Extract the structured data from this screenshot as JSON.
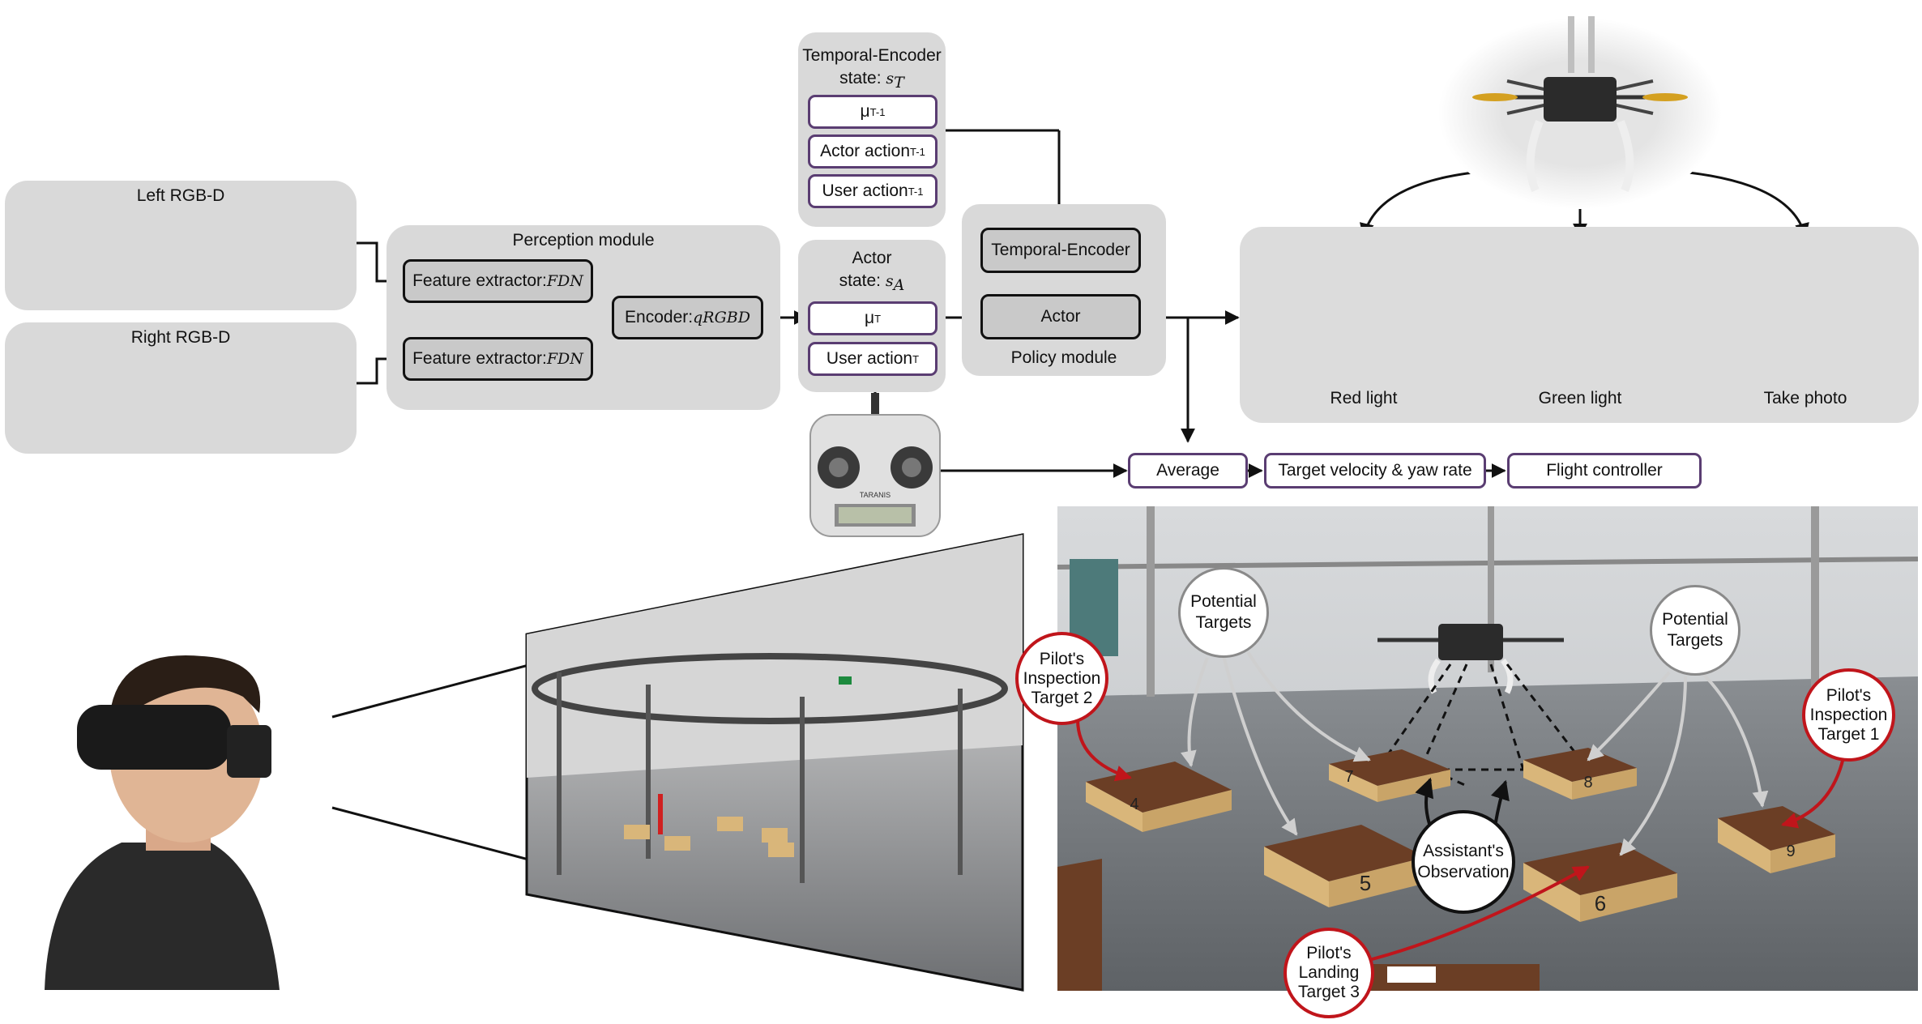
{
  "inputs": {
    "left_label": "Left RGB-D",
    "right_label": "Right RGB-D"
  },
  "perception": {
    "title": "Perception module",
    "feature_extractor_text": "Feature extractor: ",
    "feature_extractor_symbol": "F",
    "feature_extractor_sub": "DN",
    "encoder_text": "Encoder: ",
    "encoder_symbol": "q",
    "encoder_sub": "RGBD"
  },
  "temporal_state": {
    "title_line1": "Temporal-Encoder",
    "title_line2": "state: ",
    "symbol": "s",
    "symbol_sub": "T",
    "items": [
      {
        "main": "μ",
        "sub": "T-1"
      },
      {
        "main": "Actor action",
        "sub": "T-1"
      },
      {
        "main": "User action",
        "sub": "T-1"
      }
    ]
  },
  "actor_state": {
    "title_line1": "Actor",
    "title_line2": "state: ",
    "symbol": "s",
    "symbol_sub": "A",
    "items": [
      {
        "main": "μ",
        "sub": "T"
      },
      {
        "main": "User action",
        "sub": "T"
      }
    ]
  },
  "policy": {
    "temporal_encoder": "Temporal-Encoder",
    "actor": "Actor",
    "title": "Policy module"
  },
  "outputs": {
    "items": [
      "Red light",
      "Green light",
      "Take photo"
    ],
    "colors": [
      "#e03030",
      "#30c070",
      "#3050e0"
    ]
  },
  "control_chain": {
    "average": "Average",
    "target": "Target velocity & yaw rate",
    "flight_controller": "Flight controller"
  },
  "remote": {
    "brand": "TARANIS"
  },
  "scene": {
    "potential_targets": "Potential\nTargets",
    "assistant_observation": "Assistant's\nObservation",
    "pilot_target_2": "Pilot's\nInspection\nTarget 2",
    "pilot_target_1": "Pilot's\nInspection\nTarget 1",
    "pilot_landing_3": "Pilot's\nLanding\nTarget 3",
    "box_numbers": [
      "4",
      "7",
      "8",
      "5",
      "6",
      "9"
    ]
  },
  "colors": {
    "panel": "#d9d9d9",
    "box_fill": "#c9c9c9",
    "purple_border": "#5a3d72",
    "red_annotation": "#c0151b",
    "magenta_depth": "#b23aa8"
  }
}
